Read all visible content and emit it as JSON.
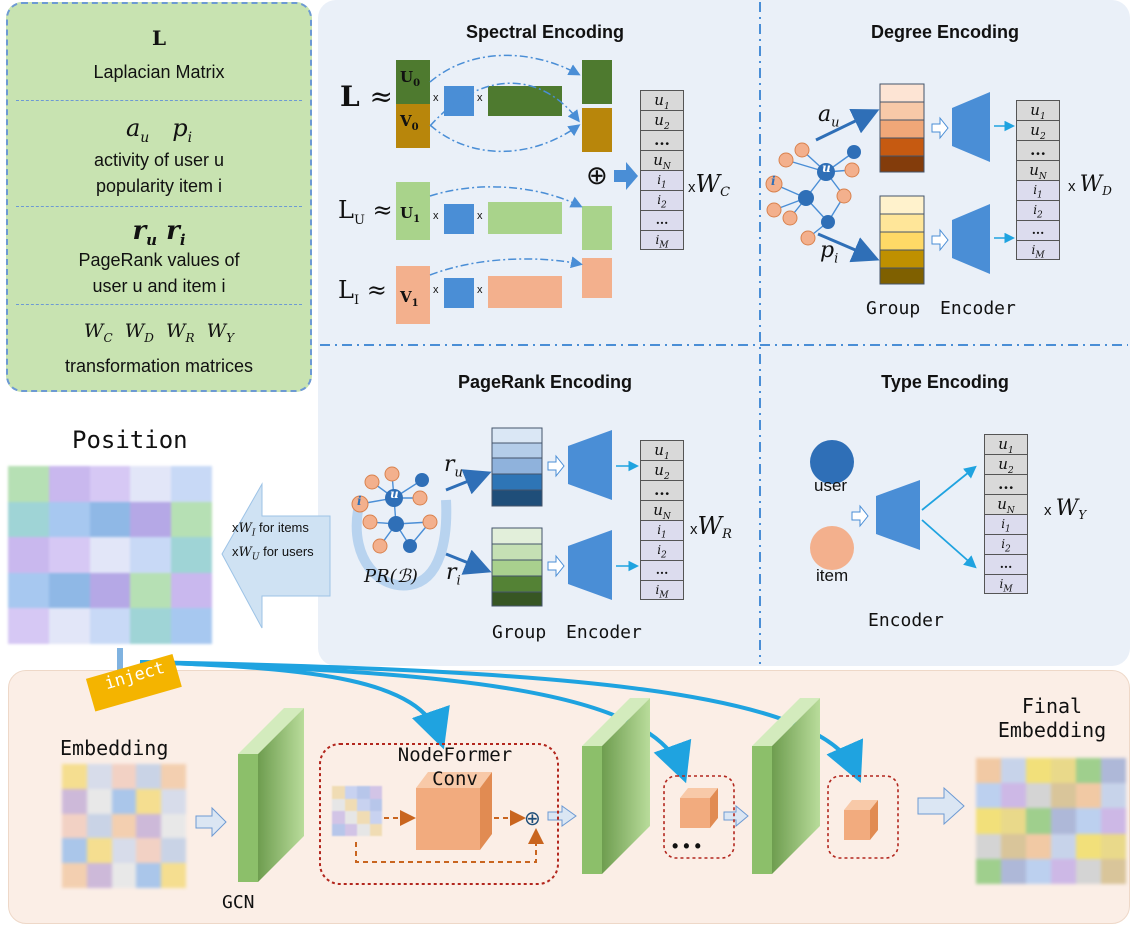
{
  "legend": {
    "l_symbol": "L",
    "l_desc": "Laplacian Matrix",
    "a_symbol": "a",
    "a_sub": "u",
    "p_symbol": "p",
    "p_sub": "i",
    "a_desc_1": "activity of user u",
    "a_desc_2": "popularity item i",
    "r1_symbol": "r",
    "r1_sub": "u",
    "r2_symbol": "r",
    "r2_sub": "i",
    "r_desc_1": "PageRank values  of",
    "r_desc_2": "user u and item i",
    "w_symbols": [
      "W",
      "W",
      "W",
      "W"
    ],
    "w_subs": [
      "C",
      "D",
      "R",
      "Y"
    ],
    "w_desc": "transformation matrices"
  },
  "panels": {
    "spectral": {
      "title": "Spectral Encoding",
      "row1_lhs": "L",
      "row2_lhs": "L",
      "row2_sub": "U",
      "row3_lhs": "L",
      "row3_sub": "I",
      "approx": "≈",
      "u0": "U",
      "u0_sub": "0",
      "v0": "V",
      "v0_sub": "0",
      "u1": "U",
      "u1_sub": "1",
      "v1": "V",
      "v1_sub": "1",
      "times": "x",
      "oplus": "⊕",
      "weight": "W",
      "weight_sub": "C"
    },
    "degree": {
      "title": "Degree Encoding",
      "a_label": "a",
      "a_sub": "u",
      "p_label": "p",
      "p_sub": "i",
      "u_node": "u",
      "i_node": "i",
      "group": "Group",
      "encoder": "Encoder",
      "times": "x",
      "weight": "W",
      "weight_sub": "D"
    },
    "pagerank": {
      "title": "PageRank Encoding",
      "r_u": "r",
      "r_u_sub": "u",
      "r_i": "r",
      "r_i_sub": "i",
      "u_node": "u",
      "i_node": "i",
      "pr_label": "PR(ℬ)",
      "group": "Group",
      "encoder": "Encoder",
      "times": "x",
      "weight": "W",
      "weight_sub": "R"
    },
    "type": {
      "title": "Type Encoding",
      "user": "user",
      "item": "item",
      "encoder": "Encoder",
      "times": "x",
      "weight": "W",
      "weight_sub": "Y"
    }
  },
  "embedding_table": {
    "user_rows": [
      "u",
      "u",
      "...",
      "u"
    ],
    "user_subs": [
      "1",
      "2",
      "",
      "N"
    ],
    "item_rows": [
      "i",
      "i",
      "...",
      "i"
    ],
    "item_subs": [
      "1",
      "2",
      "",
      "M"
    ]
  },
  "position": {
    "title": "Position",
    "arrow_line1": "xW",
    "arrow_line1_sub": "I",
    "arrow_line1_rest": " for items",
    "arrow_line2": "xW",
    "arrow_line2_sub": "U",
    "arrow_line2_rest": " for users"
  },
  "bottom": {
    "inject": "inject",
    "embedding": "Embedding",
    "gcn": "GCN",
    "nodeformer_1": "NodeFormer",
    "nodeformer_2": "Conv",
    "oplus": "⊕",
    "dots": "•  •  •",
    "final_1": "Final",
    "final_2": "Embedding"
  },
  "colors": {
    "legend_bg": "#c8e3b1",
    "legend_border": "#6d9ad3",
    "panel_bg": "#eaf0f8",
    "bottom_bg": "#fbeee6",
    "accent_blue": "#1fa3e0",
    "node_orange": "#f3b08d",
    "node_blue": "#2f6fb7",
    "encoder_blue": "#4a8ed6",
    "gcn_green": "#a6cf86",
    "cube_orange": "#f2ab7e",
    "dashed_red": "#b3271e",
    "inject_yellow": "#f4b400"
  }
}
